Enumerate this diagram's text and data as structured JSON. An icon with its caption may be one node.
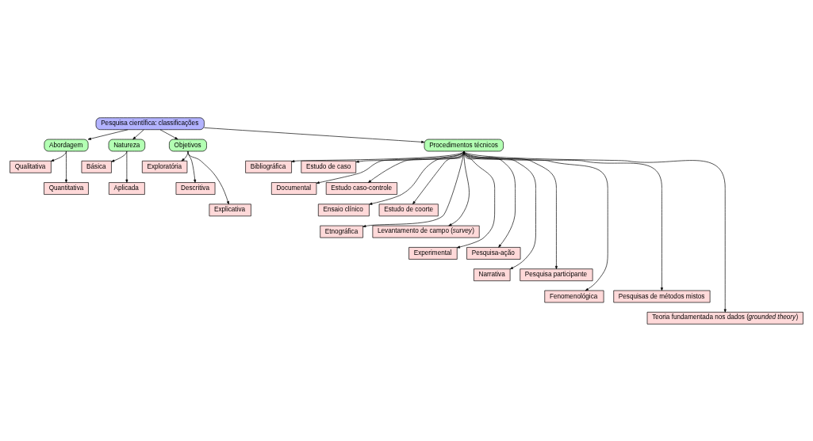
{
  "diagram": {
    "nodes": [
      {
        "text": [
          "Pesquisa científica: classificações"
        ]
      },
      {
        "text": [
          "Abordagem"
        ]
      },
      {
        "text": [
          "Qualitativa"
        ]
      },
      {
        "text": [
          "Quantitativa"
        ]
      },
      {
        "text": [
          "Natureza"
        ]
      },
      {
        "text": [
          "Básica"
        ]
      },
      {
        "text": [
          "Aplicada"
        ]
      },
      {
        "text": [
          "Objetivos"
        ]
      },
      {
        "text": [
          "Exploratória"
        ]
      },
      {
        "text": [
          "Descritiva"
        ]
      },
      {
        "text": [
          "Explicativa"
        ]
      },
      {
        "text": [
          "Procedimentos técnicos"
        ]
      },
      {
        "text": [
          "Bibliográfica"
        ]
      },
      {
        "text": [
          "Estudo de caso"
        ]
      },
      {
        "text": [
          "Documental"
        ]
      },
      {
        "text": [
          "Estudo caso-controle"
        ]
      },
      {
        "text": [
          "Ensaio clínico"
        ]
      },
      {
        "text": [
          "Estudo de coorte"
        ]
      },
      {
        "text": [
          "Etnográfica"
        ]
      },
      {
        "text": [
          "Levantamento de campo (*survey*)"
        ]
      },
      {
        "text": [
          "Experimental"
        ]
      },
      {
        "text": [
          "Pesquisa-ação"
        ]
      },
      {
        "text": [
          "Narrativa"
        ]
      },
      {
        "text": [
          "Pesquisa participante"
        ]
      },
      {
        "text": [
          "Fenomenológica"
        ]
      },
      {
        "text": [
          "Pesquisas de métodos mistos"
        ]
      },
      {
        "text": [
          "Teoria fundamentada nos dados (*grounded theory*)"
        ]
      }
    ],
    "edges": [
      {
        "from": 0,
        "to": 1,
        "arrow": "to"
      },
      {
        "from": 0,
        "to": 4,
        "arrow": "to"
      },
      {
        "from": 0,
        "to": 7,
        "arrow": "to"
      },
      {
        "from": 0,
        "to": 11,
        "arrow": "to"
      },
      {
        "from": 1,
        "to": 2,
        "arrow": "to"
      },
      {
        "from": 1,
        "to": 3,
        "arrow": "to"
      },
      {
        "from": 4,
        "to": 5,
        "arrow": "to"
      },
      {
        "from": 4,
        "to": 6,
        "arrow": "to"
      },
      {
        "from": 7,
        "to": 8,
        "arrow": "to"
      },
      {
        "from": 7,
        "to": 9,
        "arrow": "to"
      },
      {
        "from": 7,
        "to": 10,
        "arrow": "to"
      },
      {
        "from": 11,
        "to": 12,
        "arrow": "to"
      },
      {
        "from": 11,
        "to": 13,
        "arrow": "to"
      },
      {
        "from": 11,
        "to": 14,
        "arrow": "to"
      },
      {
        "from": 11,
        "to": 15,
        "arrow": "to"
      },
      {
        "from": 11,
        "to": 16,
        "arrow": "to"
      },
      {
        "from": 11,
        "to": 17,
        "arrow": "to"
      },
      {
        "from": 11,
        "to": 18,
        "arrow": "to"
      },
      {
        "from": 11,
        "to": 19,
        "arrow": "to"
      },
      {
        "from": 11,
        "to": 20,
        "arrow": "to"
      },
      {
        "from": 11,
        "to": 21,
        "arrow": "to"
      },
      {
        "from": 11,
        "to": 22,
        "arrow": "to"
      },
      {
        "from": 11,
        "to": 23,
        "arrow": "to"
      },
      {
        "from": 11,
        "to": 24,
        "arrow": "to"
      },
      {
        "from": 11,
        "to": 25,
        "arrow": "to"
      },
      {
        "from": 11,
        "to": 26,
        "arrow": "to"
      }
    ]
  }
}
